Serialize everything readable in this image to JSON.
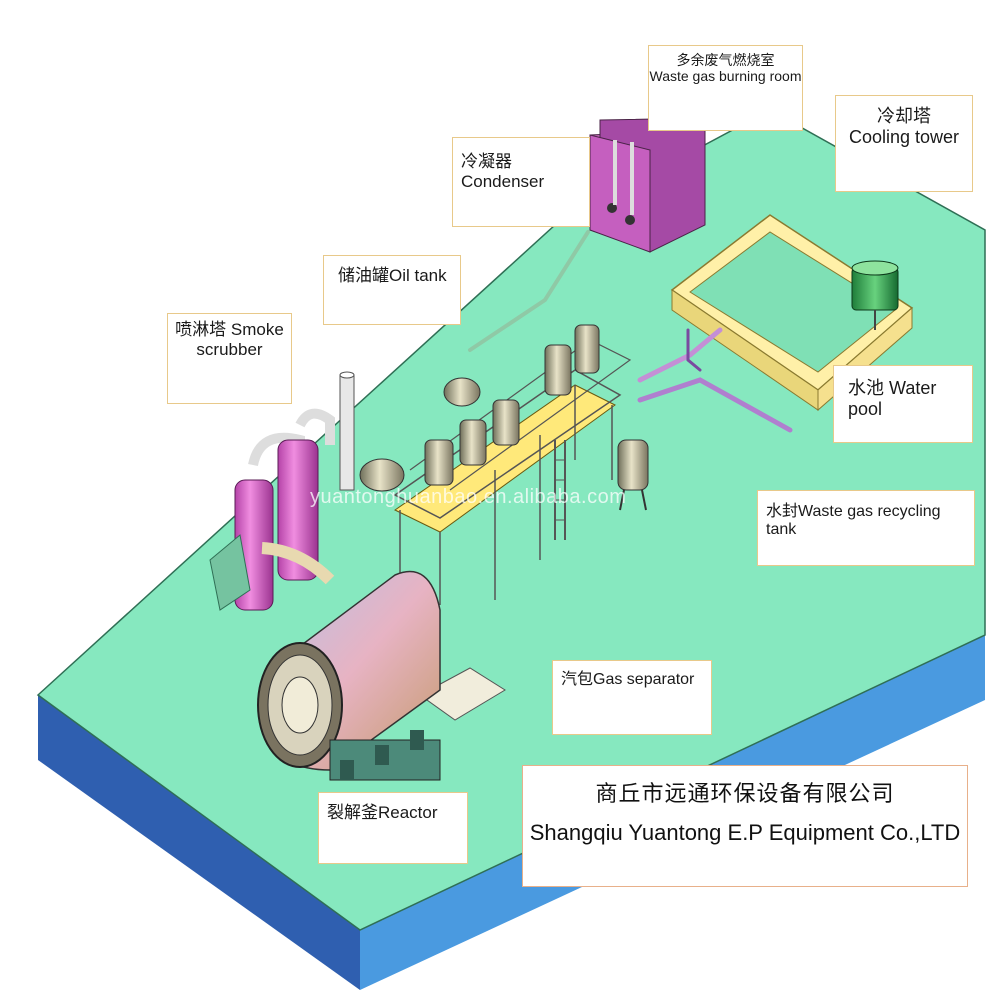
{
  "labels": {
    "waste_gas_burning_room": {
      "cn": "多余废气燃烧室",
      "en": "Waste gas burning room"
    },
    "cooling_tower": {
      "cn": "冷却塔",
      "en": "Cooling tower"
    },
    "condenser": "冷凝器Condenser",
    "oil_tank": "储油罐Oil tank",
    "smoke_scrubber": {
      "line1": "喷淋塔 Smoke",
      "line2": "scrubber"
    },
    "water_pool": "水池 Water pool",
    "waste_gas_recycling_tank": "水封Waste gas recycling tank",
    "gas_separator": "汽包Gas separator",
    "reactor": "裂解釜Reactor"
  },
  "company": {
    "name_cn": "商丘市远通环保设备有限公司",
    "name_en": "Shangqiu Yuantong E.P Equipment Co.,LTD"
  },
  "watermark": "yuantonghuanbao.en.alibaba.com",
  "colors": {
    "platform_top": "#86e8bf",
    "platform_side": "#3f8fd8",
    "label_border": "#e8c98a",
    "reactor_body": "#c9a3c8",
    "scrubber": "#d957c8",
    "walkway": "#ffe97a",
    "burning_room": "#a54aa5"
  }
}
